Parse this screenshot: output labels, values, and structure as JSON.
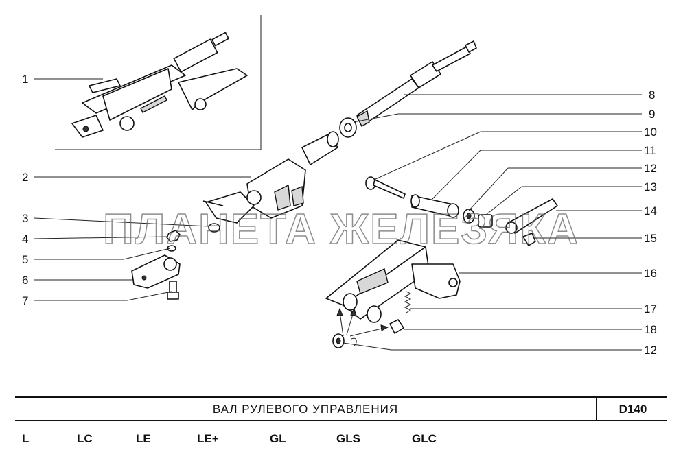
{
  "callouts": [
    {
      "num": "1"
    },
    {
      "num": "2"
    },
    {
      "num": "3"
    },
    {
      "num": "4"
    },
    {
      "num": "5"
    },
    {
      "num": "6"
    },
    {
      "num": "7"
    },
    {
      "num": "8"
    },
    {
      "num": "9"
    },
    {
      "num": "10"
    },
    {
      "num": "11"
    },
    {
      "num": "12"
    },
    {
      "num": "13"
    },
    {
      "num": "14"
    },
    {
      "num": "15"
    },
    {
      "num": "16"
    },
    {
      "num": "17"
    },
    {
      "num": "18"
    },
    {
      "num": "12"
    }
  ],
  "watermark": "ПЛАНЕТА ЖЕЛЕЗЯКА",
  "title": "ВАЛ  РУЛЕВОГО  УПРАВЛЕНИЯ",
  "code": "D140",
  "variants": [
    "L",
    "LC",
    "LE",
    "LE+",
    "GL",
    "GLS",
    "GLC"
  ]
}
